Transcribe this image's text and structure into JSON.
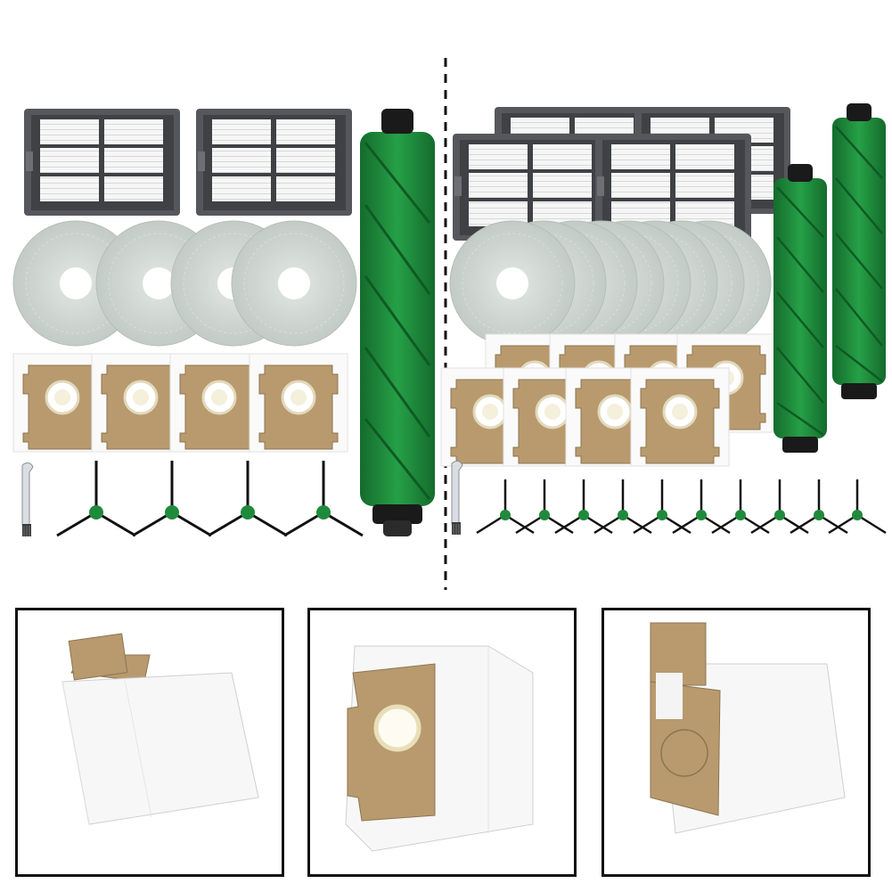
{
  "image": {
    "description_free": true,
    "colors": {
      "background": "#ffffff",
      "filter_frame": "#55575c",
      "filter_media": "#f4f4f4",
      "mop_pad": "#cfd6d2",
      "brush_roll": "#1f8a3c",
      "bag_card": "#b89a6e",
      "bag_fabric": "#f7f7f7",
      "side_brush_hub": "#1f8a3c",
      "side_brush_arm": "#111111",
      "divider": "#111111",
      "panel_border": "#111111"
    },
    "left_kit": {
      "filters": 2,
      "mop_pads": 4,
      "dust_bags": 4,
      "roller_brushes": 1,
      "side_brushes": 4,
      "cleaning_tools": 1
    },
    "right_kit": {
      "filters": 4,
      "mop_pads": 8,
      "dust_bags": 8,
      "roller_brushes": 2,
      "side_brushes": 10,
      "cleaning_tools": 1
    },
    "detail_panels": 3
  }
}
